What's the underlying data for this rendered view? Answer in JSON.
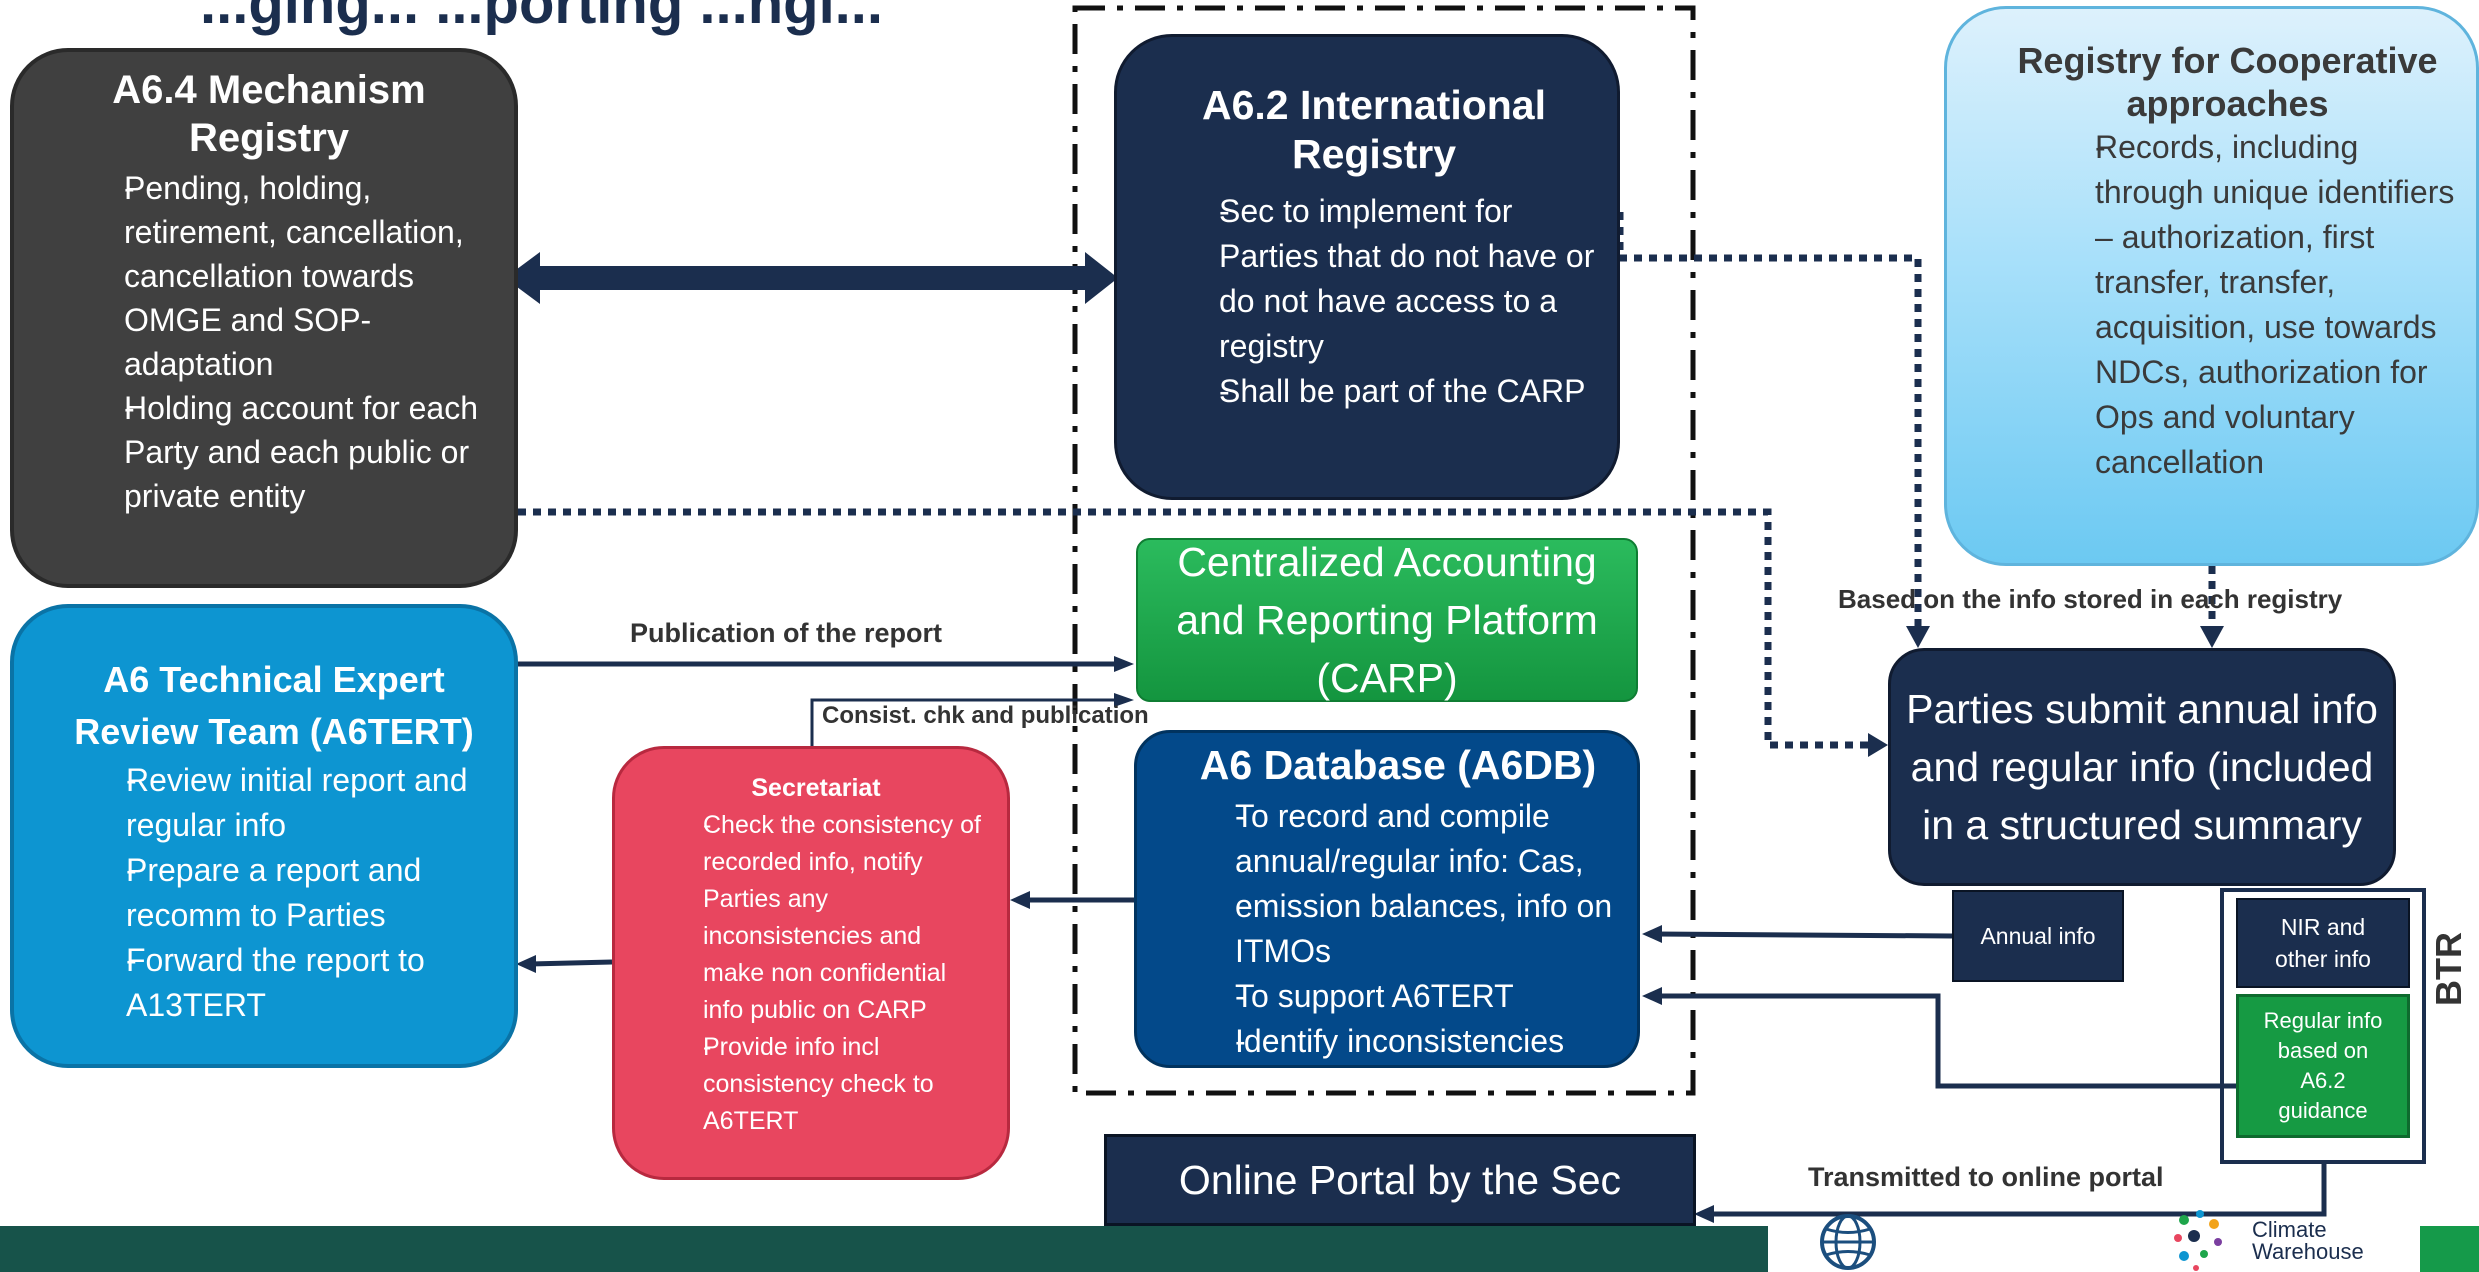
{
  "colors": {
    "dark_grey": "#404040",
    "navy": "#1b2e4e",
    "blue_db": "#03498a",
    "cyan": "#0d95d1",
    "red": "#e8465f",
    "green": "#1ea54b",
    "light_blue": "#7fd1f5",
    "footer": "#17534a"
  },
  "header": {
    "partial_title": "...ging... ...porting ...ngi..."
  },
  "a64": {
    "title": "A6.4 Mechanism Registry",
    "items": [
      "Pending, holding, retirement, cancellation, cancellation towards OMGE and SOP-adaptation",
      "Holding account for each Party and each public or private entity"
    ]
  },
  "a62": {
    "title": "A6.2 International Registry",
    "items": [
      "Sec to implement for Parties that do not have or do not have access to a registry",
      "Shall be part of the CARP"
    ]
  },
  "rca": {
    "title": "Registry for Cooperative approaches",
    "items": [
      "Records, including through unique identifiers – authorization, first transfer, transfer, acquisition, use towards NDCs, authorization for Ops and voluntary cancellation"
    ]
  },
  "carp": {
    "title": "Centralized Accounting and Reporting Platform (CARP)"
  },
  "a6tert": {
    "title": "A6 Technical Expert Review Team (A6TERT)",
    "items": [
      "Review initial report and regular info",
      "Prepare a report and recomm to Parties",
      "Forward the report to A13TERT"
    ]
  },
  "secretariat": {
    "title": "Secretariat",
    "items": [
      "Check the consistency of recorded info, notify Parties any inconsistencies and make non confidential info public on CARP",
      "Provide info incl consistency check to A6TERT"
    ]
  },
  "a6db": {
    "title": "A6 Database (A6DB)",
    "items": [
      "To record and compile annual/regular info: Cas, emission balances, info on ITMOs",
      "To support A6TERT",
      "Identify inconsistencies"
    ]
  },
  "parties": {
    "text": "Parties submit annual info and regular info (included in a structured summary"
  },
  "annual_info": {
    "text": "Annual info"
  },
  "nir": {
    "text": "NIR and other info"
  },
  "regular_info": {
    "text": "Regular info based on A6.2 guidance"
  },
  "btr": {
    "text": "BTR"
  },
  "portal": {
    "text": "Online Portal by the Sec"
  },
  "labels": {
    "publication": "Publication of the report",
    "consist": "Consist. chk and publication",
    "based_on": "Based on the info stored in each registry",
    "transmitted": "Transmitted to online portal"
  },
  "footer": {
    "logo_text_line1": "Climate",
    "logo_text_line2": "Warehouse"
  }
}
